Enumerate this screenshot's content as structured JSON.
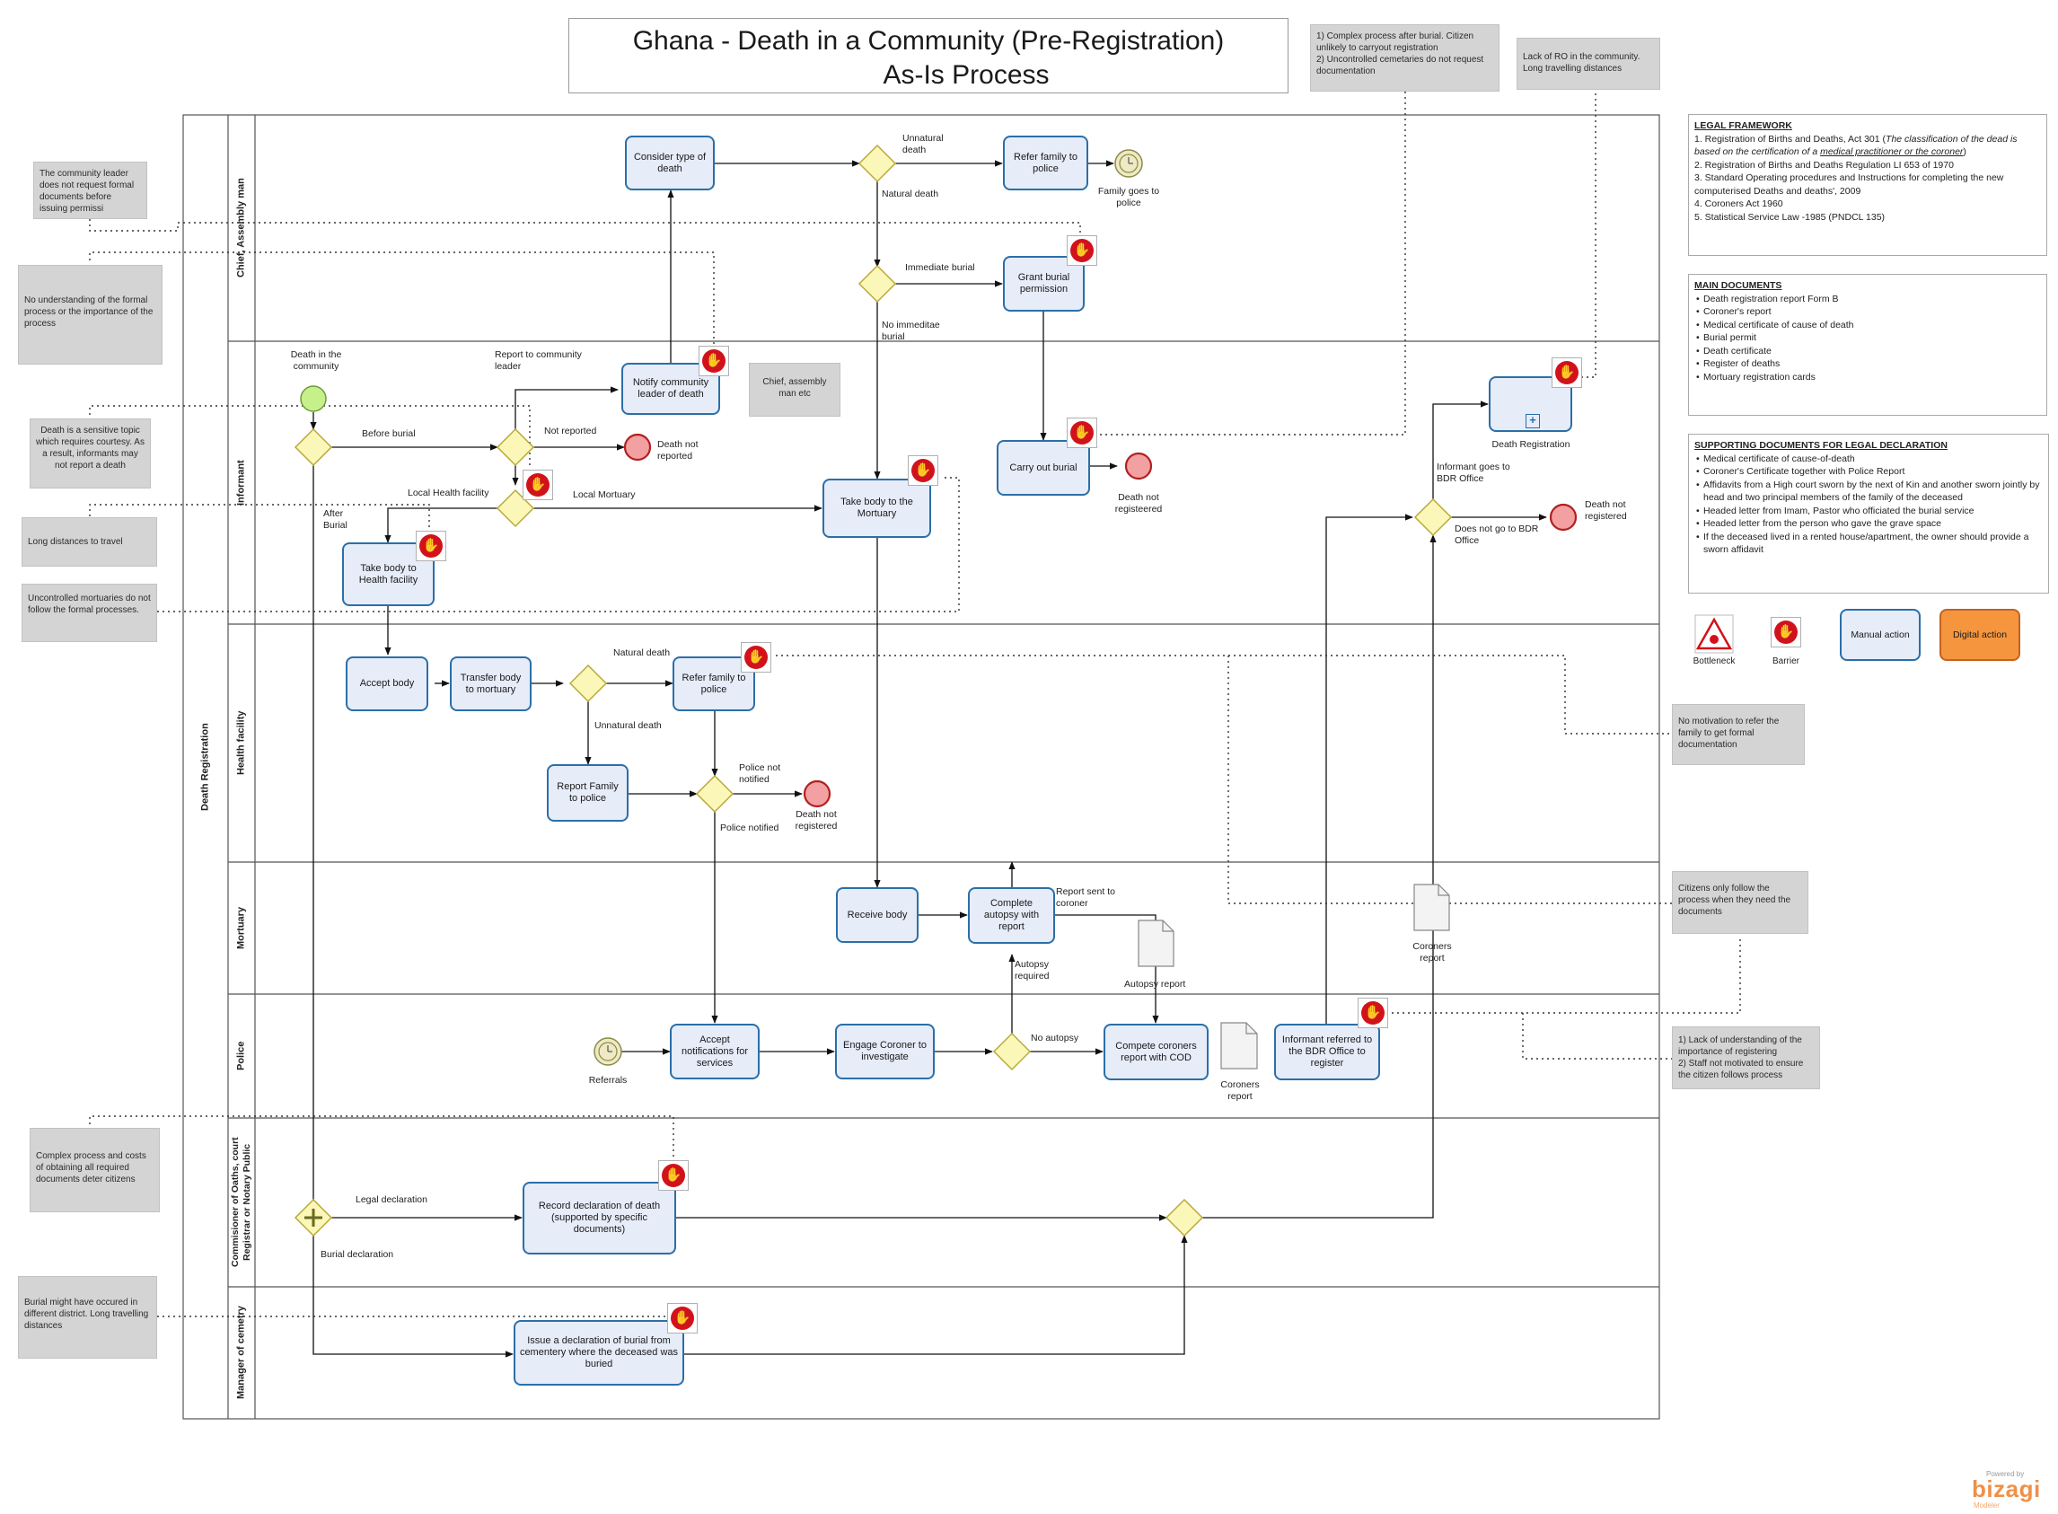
{
  "title": {
    "line1": "Ghana - Death in a Community (Pre-Registration)",
    "line2": "As-Is Process"
  },
  "top_notes": {
    "burial": "1) Complex process after burial. Citizen unlikely to carryout registration\n2) Uncontrolled cemetaries do not request documentation",
    "ro": "Lack of RO in the community. Long travelling distances"
  },
  "pool_label": "Death Registration",
  "lanes": {
    "chief": "Chief, Assembly man",
    "informant": "Informant",
    "health": "Health facility",
    "mortuary": "Mortuary",
    "police": "Police",
    "commissioner": "Commisioner of Oaths, court Registrar or Notary Public",
    "manager": "Manager of cemetry"
  },
  "tasks": {
    "consider": "Consider type of death",
    "refer_police_chief": "Refer family to police",
    "grant_burial": "Grant burial permission",
    "carry_burial": "Carry out burial",
    "notify_leader": "Notify community leader of death",
    "take_mortuary": "Take body to the Mortuary",
    "take_health": "Take body to Health facility",
    "death_registration": "Death Registration",
    "accept_body": "Accept body",
    "transfer_body": "Transfer body to mortuary",
    "refer_police_health": "Refer family to police",
    "report_family": "Report Family to police",
    "receive_body": "Receive body",
    "autopsy": "Complete autopsy with report",
    "accept_notifications": "Accept notifications for services",
    "engage_coroner": "Engage Coroner to investigate",
    "compete_cod": "Compete coroners report with COD",
    "informant_referred": "Informant referred to the BDR Office to register",
    "record_declaration": "Record declaration of death (supported by specific documents)",
    "issue_declaration": "Issue a declaration of burial from cementery where the deceased was buried"
  },
  "labels": {
    "unnatural_chief": "Unnatural death",
    "natural_chief": "Natural death",
    "immediate_burial": "Immediate burial",
    "no_immediate": "No immeditae burial",
    "family_police": "Family goes to police",
    "death_in_community": "Death in the community",
    "report_leader": "Report to community leader",
    "before_burial": "Before burial",
    "not_reported": "Not reported",
    "death_not_reported": "Death not reported",
    "local_health": "Local Health facility",
    "local_mortuary": "Local  Mortuary",
    "after_burial": "After Burial",
    "death_not_reg_1": "Death not registeered",
    "informant_goes": "Informant goes to BDR Office",
    "not_go_bdr": "Does not go to BDR Office",
    "death_not_reg_2": "Death not registered",
    "natural_health": "Natural death",
    "unnatural_health": "Unnatural death",
    "police_not_notified": "Police not notified",
    "death_not_reg_3": "Death not registered",
    "police_notified": "Police notified",
    "report_coroner": "Report sent to coroner",
    "autopsy_required": "Autopsy required",
    "autopsy_report": "Autopsy report",
    "coroners_report_1": "Coroners report",
    "coroners_report_2": "Coroners report",
    "referrals": "Referrals",
    "no_autopsy": "No autopsy",
    "legal_declaration": "Legal declaration",
    "burial_declaration": "Burial declaration"
  },
  "side_notes": {
    "n1": "The community leader does not request formal documents before issuing permissi",
    "n2": "No understanding of the formal process or the importance of the process",
    "n3": "Death is a sensitive topic which requires courtesy. As a result, informants may not report a death",
    "n4": "Long distances to travel",
    "n5": "Uncontrolled mortuaries do not follow the formal processes.",
    "n6": "Complex process and costs of obtaining all required documents deter citizens",
    "n7": "Burial might have occured in different district. Long travelling distances",
    "chief_assembly": "Chief, assembly man etc",
    "no_motivation": "No motivation to refer the family to get formal documentation",
    "citizens_follow": "Citizens only follow the process when they need the documents",
    "lack_understanding": "1) Lack of understanding of the importance of registering\n2) Staff not motivated to ensure the citizen follows process"
  },
  "legal_framework": {
    "heading": "LEGAL FRAMEWORK",
    "item1_a": "1. Registration of Births and Deaths, Act 301 (",
    "item1_b": "The classification of the dead is based on the certification of a ",
    "item1_c": "medical practitioner or the coroner",
    "item1_d": ")",
    "item2": "2. Registration of Births and Deaths Regulation LI 653 of 1970",
    "item3": "3. Standard Operating procedures and Instructions for completing the new computerised Deaths and deaths', 2009",
    "item4": "4. Coroners Act 1960",
    "item5": "5. Statistical Service Law -1985 (PNDCL 135)"
  },
  "main_documents": {
    "heading": "MAIN DOCUMENTS",
    "items": [
      "Death registration report Form B",
      "Coroner's report",
      "Medical certificate of cause of death",
      "Burial permit",
      "Death certificate",
      "Register of deaths",
      "Mortuary registration cards"
    ]
  },
  "supporting_documents": {
    "heading": "SUPPORTING DOCUMENTS FOR LEGAL DECLARATION",
    "items": [
      "Medical certificate of cause-of-death",
      "Coroner's Certificate together with Police Report",
      "Affidavits from a High court sworn by the next of Kin and another sworn jointly by head and two principal members of the family of the deceased",
      "Headed letter from Imam, Pastor who officiated the burial service",
      "Headed letter from the person who gave the grave space",
      "If the deceased lived in a rented house/apartment, the owner should provide a sworn affidavit"
    ]
  },
  "legend": {
    "bottleneck": "Bottleneck",
    "barrier": "Barrier",
    "manual": "Manual action",
    "digital": "Digital action"
  },
  "brand": {
    "powered": "Powered by",
    "name": "bizagi",
    "sub": "Modeler"
  },
  "colors": {
    "task_border": "#2b6fa8",
    "task_fill": "#e6ecf8",
    "gateway_fill": "#fbf7b8",
    "gateway_border": "#b9a93a",
    "start_fill": "#c6f08a",
    "end_fill": "#f2a0a2",
    "barrier_red": "#d2121b",
    "note_grey": "#d4d4d4",
    "digital_orange": "#f5963f"
  }
}
